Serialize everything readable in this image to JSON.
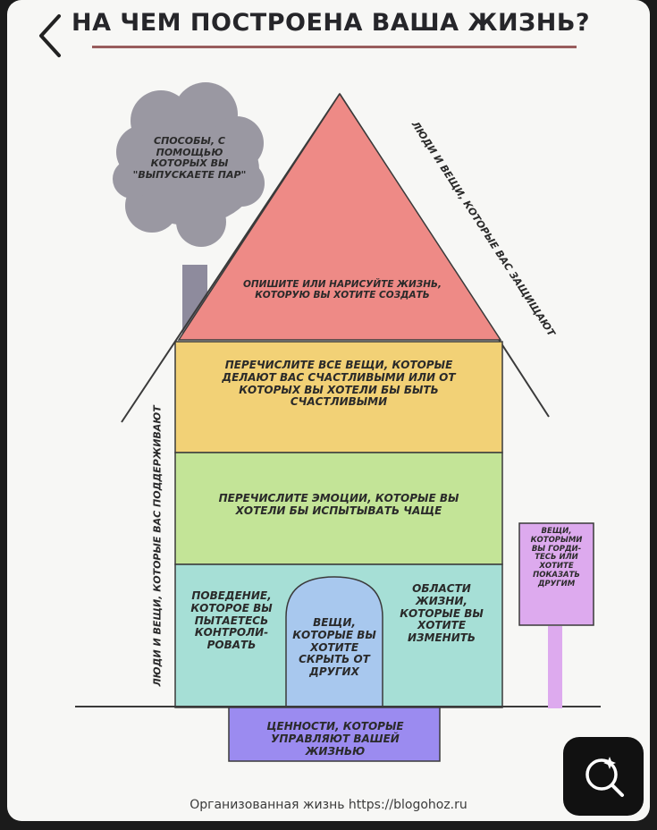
{
  "header": {
    "title": "НА ЧЕМ ПОСТРОЕНА ВАША ЖИЗНЬ?"
  },
  "house": {
    "cloud_text": "СПОСОБЫ, С ПОМОЩЬЮ КОТОРЫХ ВЫ \"ВЫПУСКАЕТЕ ПАР\"",
    "roof_text": "ОПИШИТЕ ИЛИ НАРИСУЙТЕ ЖИЗНЬ, КОТОРУЮ ВЫ ХОТИТЕ СОЗДАТЬ",
    "roof_side_text": "ЛЮДИ И ВЕЩИ, КОТОРЫЕ ВАС ЗАЩИЩАЮТ",
    "floor1_text": "ПЕРЕЧИСЛИТЕ ВСЕ ВЕЩИ, КОТОРЫЕ ДЕЛАЮТ ВАС СЧАСТЛИВЫМИ ИЛИ ОТ КОТОРЫХ ВЫ ХОТЕЛИ БЫ БЫТЬ СЧАСТЛИВЫМИ",
    "floor2_text": "ПЕРЕЧИСЛИТЕ ЭМОЦИИ, КОТОРЫЕ ВЫ ХОТЕЛИ БЫ ИСПЫТЫВАТЬ ЧАЩЕ",
    "ground_left_text": "ПОВЕДЕНИЕ, КОТОРОЕ ВЫ ПЫТАЕТЕСЬ КОНТРОЛИ- РОВАТЬ",
    "door_text": "ВЕЩИ, КОТОРЫЕ ВЫ ХОТИТЕ СКРЫТЬ ОТ ДРУГИХ",
    "ground_right_text": "ОБЛАСТИ ЖИЗНИ, КОТОРЫЕ ВЫ ХОТИТЕ ИЗМЕНИТЬ",
    "left_wall_text": "ЛЮДИ И ВЕЩИ, КОТОРЫЕ ВАС ПОДДЕРЖИВАЮТ",
    "foundation_text": "ЦЕННОСТИ, КОТОРЫЕ УПРАВЛЯЮТ ВАШЕЙ ЖИЗНЬЮ",
    "sign_text": "ВЕЩИ, КОТОРЫМИ ВЫ ГОРДИ- ТЕСЬ ИЛИ ХОТИТЕ ПОКАЗАТЬ ДРУГИМ"
  },
  "credit": "Организованная жизнь https://blogohoz.ru",
  "colors": {
    "roof": "#ee8a86",
    "floor1": "#f2d176",
    "floor2": "#c3e497",
    "ground": "#a6dfd6",
    "door": "#a8c8ee",
    "foundation": "#9b8bf0",
    "sign": "#ddaaee",
    "cloud": "#9a98a2",
    "chimney": "#8e8b9d"
  },
  "icons": {
    "back": "chevron-left-icon",
    "lens": "visual-search-icon"
  }
}
